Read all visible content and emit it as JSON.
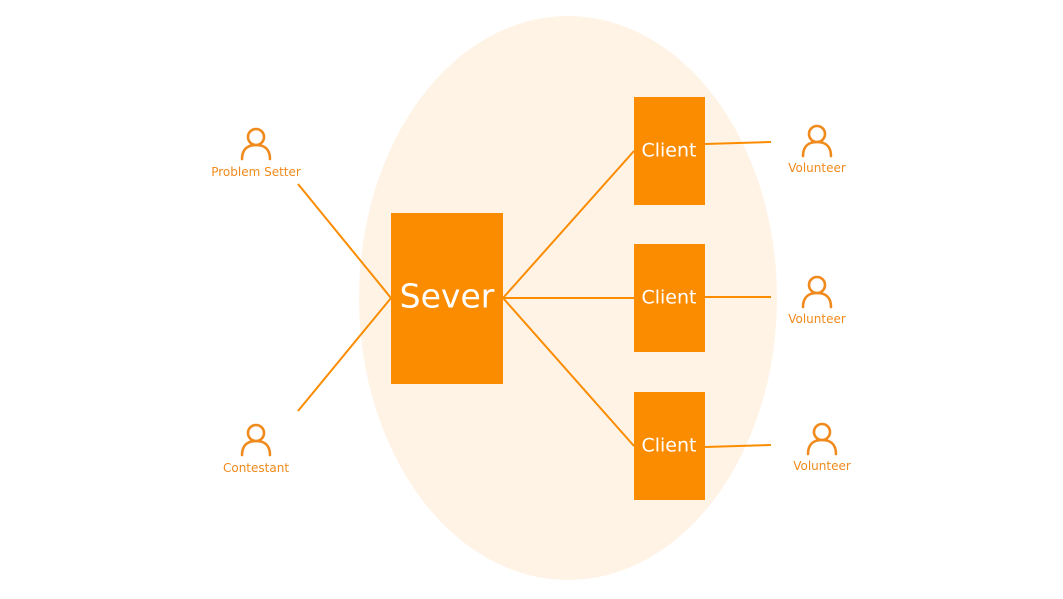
{
  "colors": {
    "accent": "#fb8c00",
    "line": "#fb8c00",
    "person": "#f08a1c",
    "ellipse_fill": "#fff3e6",
    "label_on_box": "#ffffff"
  },
  "server": {
    "label": "Sever"
  },
  "clients": [
    {
      "label": "Client"
    },
    {
      "label": "Client"
    },
    {
      "label": "Client"
    }
  ],
  "left_people": [
    {
      "label": "Problem Setter",
      "icon": "person-icon"
    },
    {
      "label": "Contestant",
      "icon": "person-icon"
    }
  ],
  "right_people": [
    {
      "label": "Volunteer",
      "icon": "person-icon"
    },
    {
      "label": "Volunteer",
      "icon": "person-icon"
    },
    {
      "label": "Volunteer",
      "icon": "person-icon"
    }
  ]
}
